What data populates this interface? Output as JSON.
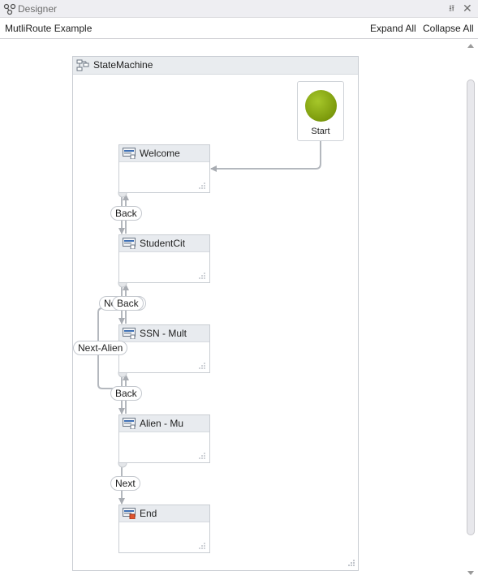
{
  "window": {
    "title": "Designer",
    "pin_glyph": "⭿",
    "close_glyph": "✕"
  },
  "header": {
    "breadcrumb": "MutliRoute Example",
    "expand_all": "Expand All",
    "collapse_all": "Collapse All"
  },
  "state_machine": {
    "title": "StateMachine"
  },
  "start": {
    "label": "Start",
    "color": "#8fb31c"
  },
  "states": [
    {
      "name": "Welcome"
    },
    {
      "name": "StudentCit"
    },
    {
      "name": "SSN - Mult"
    },
    {
      "name": "Alien - Mu"
    },
    {
      "name": "End"
    }
  ],
  "transitions": {
    "back_1": "Back",
    "back_2": "Back",
    "next_hidden": "Ne",
    "next_hidden_tail": "l",
    "next_alien": "Next-Alien",
    "back_3": "Back",
    "next": "Next"
  },
  "colors": {
    "connector": "#a8acb2",
    "state_header": "#e8ebef",
    "accent": "#8fb31c"
  }
}
